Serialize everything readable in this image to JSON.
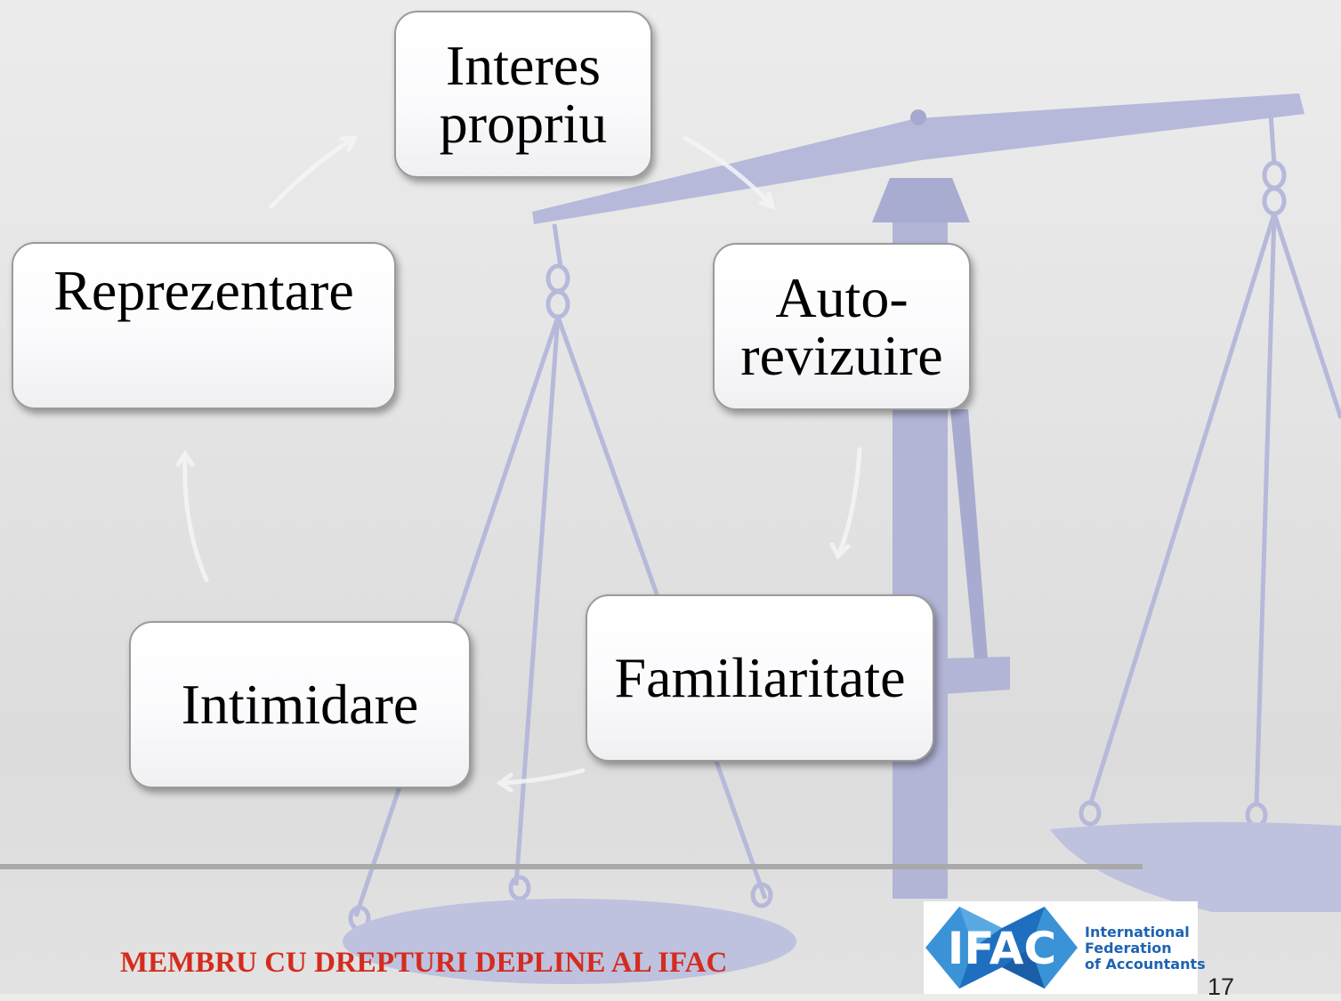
{
  "diagram": {
    "nodes": [
      {
        "id": "interes",
        "label": "Interes\npropriu"
      },
      {
        "id": "auto",
        "label": "Auto-\nrevizuire"
      },
      {
        "id": "familiaritate",
        "label": "Familiaritate"
      },
      {
        "id": "intimidare",
        "label": "Intimidare"
      },
      {
        "id": "reprezentare",
        "label": "Reprezentare"
      }
    ],
    "cycle_direction": "clockwise"
  },
  "footer": {
    "text": "MEMBRU CU DREPTURI DEPLINE AL IFAC",
    "text_color": "#d42b1e",
    "page_number": "17"
  },
  "logo": {
    "acronym": "IFAC",
    "line1": "International",
    "line2": "Federation",
    "line3": "of Accountants",
    "color": "#1d63b3"
  },
  "background": {
    "illustration": "balance-scale",
    "scale_color": "#b8bbd8"
  }
}
